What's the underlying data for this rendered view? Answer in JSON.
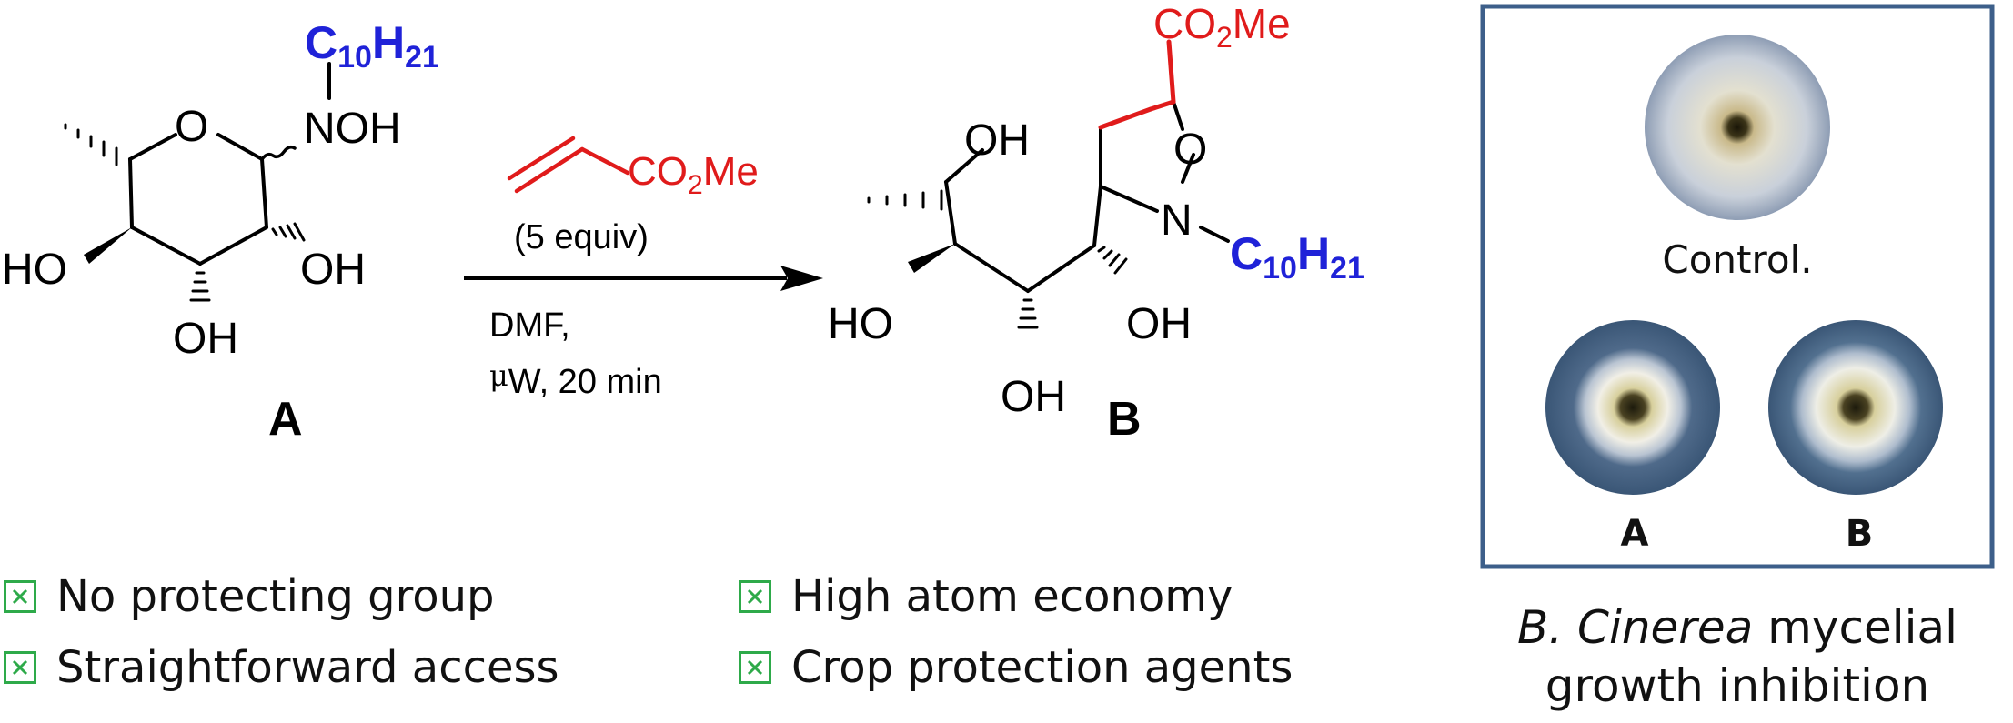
{
  "compound_a": {
    "label": "A",
    "alkyl": "C",
    "alkyl_sub1": "10",
    "alkyl_mid": "H",
    "alkyl_sub2": "21",
    "nitrogen_group": "NOH",
    "ring_oxygen": "O",
    "ho_left": "HO",
    "oh_right": "OH",
    "oh_bottom": "OH"
  },
  "reagent": {
    "ester_co": "CO",
    "ester_sub": "2",
    "ester_me": "Me",
    "equiv": "(5 equiv)",
    "solvent": "DMF,",
    "conditions_mu": "μ",
    "conditions_rest": "W, 20 min"
  },
  "compound_b": {
    "label": "B",
    "ester_co": "CO",
    "ester_sub": "2",
    "ester_me": "Me",
    "ring_oxygen": "O",
    "ring_nitrogen": "N",
    "alkyl": "C",
    "alkyl_sub1": "10",
    "alkyl_mid": "H",
    "alkyl_sub2": "21",
    "oh_top": "OH",
    "ho_left": "HO",
    "oh_right": "OH",
    "oh_bottom": "OH"
  },
  "panel": {
    "control_label": "Control.",
    "dish_a_label": "A",
    "dish_b_label": "B"
  },
  "caption": {
    "italic": "B. Cinerea",
    "rest_line1": " mycelial",
    "line2": "growth inhibition"
  },
  "features": [
    "No protecting group",
    "Straightforward access",
    "High atom economy",
    "Crop protection agents"
  ],
  "colors": {
    "alkyl_blue": "#1f22d8",
    "acrylate_red": "#e01b1b",
    "check_green": "#2eaa4a",
    "panel_border": "#3d5f8a"
  }
}
